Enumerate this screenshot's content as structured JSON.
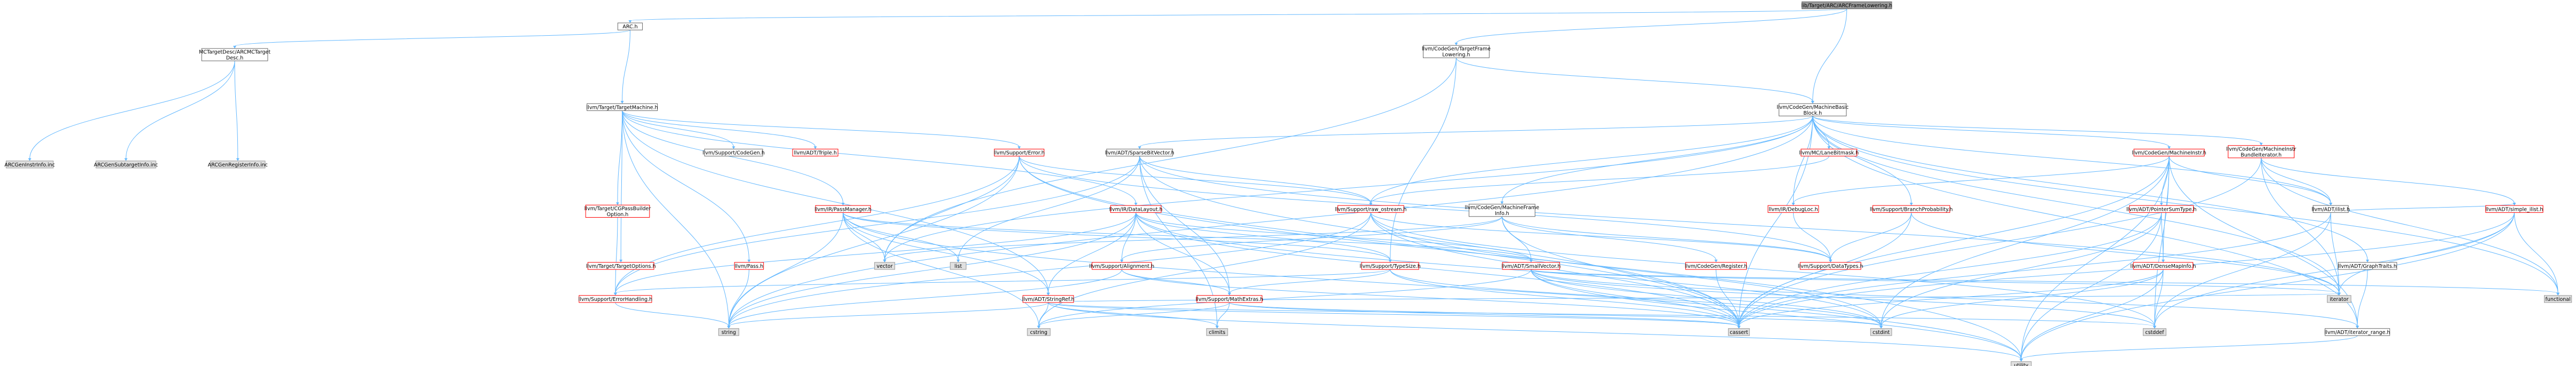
{
  "diagram": {
    "title": "llvm/Target/ARC/ARCFrameLowering.h include dependency graph",
    "colors": {
      "edge": "#63b8ff",
      "root_fill": "#999999",
      "node_fill": "#ffffff",
      "node_stroke": "#666666",
      "red_stroke": "#ff0000",
      "gray_fill": "#e0e0e0",
      "gray_stroke": "#999999"
    },
    "nodes": [
      {
        "id": "root",
        "lines": [
          "lib/Target/ARC/ARCFrameLowering.h"
        ],
        "style": "root"
      },
      {
        "id": "arch",
        "lines": [
          "ARC.h"
        ],
        "style": "normal"
      },
      {
        "id": "tfl",
        "lines": [
          "llvm/CodeGen/TargetFrame",
          "Lowering.h"
        ],
        "style": "normal"
      },
      {
        "id": "mbb",
        "lines": [
          "llvm/CodeGen/MachineBasic",
          "Block.h"
        ],
        "style": "normal"
      },
      {
        "id": "mcarc",
        "lines": [
          "MCTargetDesc/ARCMCTarget",
          "Desc.h"
        ],
        "style": "normal"
      },
      {
        "id": "tm",
        "lines": [
          "llvm/Target/TargetMachine.h"
        ],
        "style": "normal"
      },
      {
        "id": "arcgeninstr",
        "lines": [
          "ARCGenInstrInfo.inc"
        ],
        "style": "gray"
      },
      {
        "id": "arcgensub",
        "lines": [
          "ARCGenSubtargetInfo.inc"
        ],
        "style": "gray"
      },
      {
        "id": "arcgenreg",
        "lines": [
          "ARCGenRegisterInfo.inc"
        ],
        "style": "gray"
      },
      {
        "id": "codegen",
        "lines": [
          "llvm/Support/CodeGen.h"
        ],
        "style": "normal"
      },
      {
        "id": "triple",
        "lines": [
          "llvm/ADT/Triple.h"
        ],
        "style": "red"
      },
      {
        "id": "error",
        "lines": [
          "llvm/Support/Error.h"
        ],
        "style": "red"
      },
      {
        "id": "sbv",
        "lines": [
          "llvm/ADT/SparseBitVector.h"
        ],
        "style": "normal"
      },
      {
        "id": "mfi",
        "lines": [
          "llvm/CodeGen/MachineFrame",
          "Info.h"
        ],
        "style": "normal"
      },
      {
        "id": "lanebm",
        "lines": [
          "llvm/MC/LaneBitmask.h"
        ],
        "style": "red"
      },
      {
        "id": "mi",
        "lines": [
          "llvm/CodeGen/MachineInstr.h"
        ],
        "style": "red"
      },
      {
        "id": "mibi",
        "lines": [
          "llvm/CodeGen/MachineInstr",
          "BundleIterator.h"
        ],
        "style": "red"
      },
      {
        "id": "graph",
        "lines": [
          "llvm/ADT/GraphTraits.h"
        ],
        "style": "normal"
      },
      {
        "id": "cgpass",
        "lines": [
          "llvm/Target/CGPassBuilder",
          "Option.h"
        ],
        "style": "red"
      },
      {
        "id": "passmgr",
        "lines": [
          "llvm/IR/PassManager.h"
        ],
        "style": "red"
      },
      {
        "id": "datalayout",
        "lines": [
          "llvm/IR/DataLayout.h"
        ],
        "style": "red"
      },
      {
        "id": "rawos",
        "lines": [
          "llvm/Support/raw_ostream.h"
        ],
        "style": "red"
      },
      {
        "id": "debugloc",
        "lines": [
          "llvm/IR/DebugLoc.h"
        ],
        "style": "red"
      },
      {
        "id": "branchprob",
        "lines": [
          "llvm/Support/BranchProbability.h"
        ],
        "style": "red"
      },
      {
        "id": "ptrsum",
        "lines": [
          "llvm/ADT/PointerSumType.h"
        ],
        "style": "red"
      },
      {
        "id": "ilist",
        "lines": [
          "llvm/ADT/ilist.h"
        ],
        "style": "normal"
      },
      {
        "id": "simpleilist",
        "lines": [
          "llvm/ADT/simple_ilist.h"
        ],
        "style": "red"
      },
      {
        "id": "targetopts",
        "lines": [
          "llvm/Target/TargetOptions.h"
        ],
        "style": "red"
      },
      {
        "id": "pass",
        "lines": [
          "llvm/Pass.h"
        ],
        "style": "red"
      },
      {
        "id": "vector",
        "lines": [
          "vector"
        ],
        "style": "gray"
      },
      {
        "id": "list",
        "lines": [
          "list"
        ],
        "style": "gray"
      },
      {
        "id": "alignment",
        "lines": [
          "llvm/Support/Alignment.h"
        ],
        "style": "red"
      },
      {
        "id": "typesize",
        "lines": [
          "llvm/Support/TypeSize.h"
        ],
        "style": "red"
      },
      {
        "id": "smallvec",
        "lines": [
          "llvm/ADT/SmallVector.h"
        ],
        "style": "red"
      },
      {
        "id": "register",
        "lines": [
          "llvm/CodeGen/Register.h"
        ],
        "style": "red"
      },
      {
        "id": "datatypes",
        "lines": [
          "llvm/Support/DataTypes.h"
        ],
        "style": "red"
      },
      {
        "id": "densemap",
        "lines": [
          "llvm/ADT/DenseMapInfo.h"
        ],
        "style": "red"
      },
      {
        "id": "errhandling",
        "lines": [
          "llvm/Support/ErrorHandling.h"
        ],
        "style": "red"
      },
      {
        "id": "stringref",
        "lines": [
          "llvm/ADT/StringRef.h"
        ],
        "style": "red"
      },
      {
        "id": "mathextras",
        "lines": [
          "llvm/Support/MathExtras.h"
        ],
        "style": "red"
      },
      {
        "id": "iterator",
        "lines": [
          "iterator"
        ],
        "style": "gray"
      },
      {
        "id": "functional",
        "lines": [
          "functional"
        ],
        "style": "gray"
      },
      {
        "id": "iterrange",
        "lines": [
          "llvm/ADT/iterator_range.h"
        ],
        "style": "normal"
      },
      {
        "id": "string",
        "lines": [
          "string"
        ],
        "style": "gray"
      },
      {
        "id": "cstring",
        "lines": [
          "cstring"
        ],
        "style": "gray"
      },
      {
        "id": "climits",
        "lines": [
          "climits"
        ],
        "style": "gray"
      },
      {
        "id": "cassert",
        "lines": [
          "cassert"
        ],
        "style": "gray"
      },
      {
        "id": "cstdint",
        "lines": [
          "cstdint"
        ],
        "style": "gray"
      },
      {
        "id": "cstddef",
        "lines": [
          "cstddef"
        ],
        "style": "gray"
      },
      {
        "id": "utility",
        "lines": [
          "utility"
        ],
        "style": "gray"
      }
    ],
    "edges": [
      [
        "root",
        "arch"
      ],
      [
        "root",
        "tfl"
      ],
      [
        "root",
        "mbb"
      ],
      [
        "arch",
        "mcarc"
      ],
      [
        "arch",
        "tm"
      ],
      [
        "mcarc",
        "arcgeninstr"
      ],
      [
        "mcarc",
        "arcgensub"
      ],
      [
        "mcarc",
        "arcgenreg"
      ],
      [
        "tfl",
        "mbb"
      ],
      [
        "tfl",
        "typesize"
      ],
      [
        "tfl",
        "vector"
      ],
      [
        "tm",
        "codegen"
      ],
      [
        "tm",
        "triple"
      ],
      [
        "tm",
        "error"
      ],
      [
        "tm",
        "cgpass"
      ],
      [
        "tm",
        "passmgr"
      ],
      [
        "tm",
        "pass"
      ],
      [
        "tm",
        "targetopts"
      ],
      [
        "tm",
        "datalayout"
      ],
      [
        "tm",
        "string"
      ],
      [
        "tm",
        "stringref"
      ],
      [
        "mbb",
        "sbv"
      ],
      [
        "mbb",
        "mfi"
      ],
      [
        "mbb",
        "lanebm"
      ],
      [
        "mbb",
        "mi"
      ],
      [
        "mbb",
        "mibi"
      ],
      [
        "mbb",
        "graph"
      ],
      [
        "mbb",
        "debugloc"
      ],
      [
        "mbb",
        "branchprob"
      ],
      [
        "mbb",
        "ilist"
      ],
      [
        "mbb",
        "iterrange"
      ],
      [
        "mbb",
        "iterator"
      ],
      [
        "mbb",
        "rawos"
      ],
      [
        "mbb",
        "cassert"
      ],
      [
        "mbb",
        "functional"
      ],
      [
        "mbb",
        "string"
      ],
      [
        "mbb",
        "vector"
      ],
      [
        "error",
        "errhandling"
      ],
      [
        "error",
        "rawos"
      ],
      [
        "error",
        "datatypes"
      ],
      [
        "error",
        "string"
      ],
      [
        "error",
        "cassert"
      ],
      [
        "error",
        "vector"
      ],
      [
        "error",
        "utility"
      ],
      [
        "sbv",
        "errhandling"
      ],
      [
        "sbv",
        "mathextras"
      ],
      [
        "sbv",
        "rawos"
      ],
      [
        "sbv",
        "cassert"
      ],
      [
        "sbv",
        "climits"
      ],
      [
        "sbv",
        "iterator"
      ],
      [
        "sbv",
        "list"
      ],
      [
        "mfi",
        "smallvec"
      ],
      [
        "mfi",
        "register"
      ],
      [
        "mfi",
        "alignment"
      ],
      [
        "mfi",
        "datatypes"
      ],
      [
        "mfi",
        "cassert"
      ],
      [
        "mfi",
        "vector"
      ],
      [
        "lanebm",
        "rawos"
      ],
      [
        "mi",
        "densemap"
      ],
      [
        "mi",
        "ptrsum"
      ],
      [
        "mi",
        "ilist"
      ],
      [
        "mi",
        "debugloc"
      ],
      [
        "mi",
        "iterrange"
      ],
      [
        "mi",
        "cassert"
      ],
      [
        "mi",
        "cstddef"
      ],
      [
        "mi",
        "cstdint"
      ],
      [
        "mi",
        "utility"
      ],
      [
        "mibi",
        "ilist"
      ],
      [
        "mibi",
        "simpleilist"
      ],
      [
        "mibi",
        "cassert"
      ],
      [
        "mibi",
        "iterator"
      ],
      [
        "mibi",
        "functional"
      ],
      [
        "graph",
        "iterrange"
      ],
      [
        "cgpass",
        "errhandling"
      ],
      [
        "passmgr",
        "smallvec"
      ],
      [
        "passmgr",
        "stringref"
      ],
      [
        "passmgr",
        "typesize"
      ],
      [
        "passmgr",
        "list"
      ],
      [
        "passmgr",
        "vector"
      ],
      [
        "passmgr",
        "cstring"
      ],
      [
        "passmgr",
        "string"
      ],
      [
        "passmgr",
        "utility"
      ],
      [
        "datalayout",
        "smallvec"
      ],
      [
        "datalayout",
        "stringref"
      ],
      [
        "datalayout",
        "alignment"
      ],
      [
        "datalayout",
        "typesize"
      ],
      [
        "datalayout",
        "mathextras"
      ],
      [
        "datalayout",
        "errhandling"
      ],
      [
        "datalayout",
        "cassert"
      ],
      [
        "datalayout",
        "cstdint"
      ],
      [
        "datalayout",
        "string"
      ],
      [
        "rawos",
        "datatypes"
      ],
      [
        "rawos",
        "cassert"
      ],
      [
        "rawos",
        "cstddef"
      ],
      [
        "rawos",
        "cstdint"
      ],
      [
        "rawos",
        "cstring"
      ],
      [
        "rawos",
        "string"
      ],
      [
        "debugloc",
        "datatypes"
      ],
      [
        "branchprob",
        "datatypes"
      ],
      [
        "branchprob",
        "cassert"
      ],
      [
        "branchprob",
        "iterator"
      ],
      [
        "ptrsum",
        "densemap"
      ],
      [
        "ptrsum",
        "cassert"
      ],
      [
        "ptrsum",
        "cstdint"
      ],
      [
        "ptrsum",
        "utility"
      ],
      [
        "ilist",
        "simpleilist"
      ],
      [
        "ilist",
        "cassert"
      ],
      [
        "ilist",
        "cstddef"
      ],
      [
        "ilist",
        "iterator"
      ],
      [
        "simpleilist",
        "iterator"
      ],
      [
        "simpleilist",
        "cassert"
      ],
      [
        "simpleilist",
        "cstddef"
      ],
      [
        "simpleilist",
        "functional"
      ],
      [
        "simpleilist",
        "utility"
      ],
      [
        "alignment",
        "mathextras"
      ],
      [
        "alignment",
        "cassert"
      ],
      [
        "alignment",
        "string"
      ],
      [
        "typesize",
        "mathextras"
      ],
      [
        "typesize",
        "errhandling"
      ],
      [
        "typesize",
        "cassert"
      ],
      [
        "typesize",
        "cstdint"
      ],
      [
        "smallvec",
        "iterrange"
      ],
      [
        "smallvec",
        "cassert"
      ],
      [
        "smallvec",
        "cstddef"
      ],
      [
        "smallvec",
        "cstdint"
      ],
      [
        "smallvec",
        "cstring"
      ],
      [
        "smallvec",
        "iterator"
      ],
      [
        "smallvec",
        "utility"
      ],
      [
        "smallvec",
        "functional"
      ],
      [
        "register",
        "cassert"
      ],
      [
        "densemap",
        "cassert"
      ],
      [
        "densemap",
        "cstddef"
      ],
      [
        "densemap",
        "cstdint"
      ],
      [
        "densemap",
        "utility"
      ],
      [
        "stringref",
        "cassert"
      ],
      [
        "stringref",
        "cstddef"
      ],
      [
        "stringref",
        "cstring"
      ],
      [
        "stringref",
        "iterator"
      ],
      [
        "stringref",
        "string"
      ],
      [
        "stringref",
        "utility"
      ],
      [
        "stringref",
        "climits"
      ],
      [
        "mathextras",
        "cassert"
      ],
      [
        "mathextras",
        "climits"
      ],
      [
        "mathextras",
        "cstdint"
      ],
      [
        "mathextras",
        "cstring"
      ],
      [
        "iterrange",
        "utility"
      ],
      [
        "errhandling",
        "string"
      ],
      [
        "pass",
        "string"
      ]
    ]
  }
}
